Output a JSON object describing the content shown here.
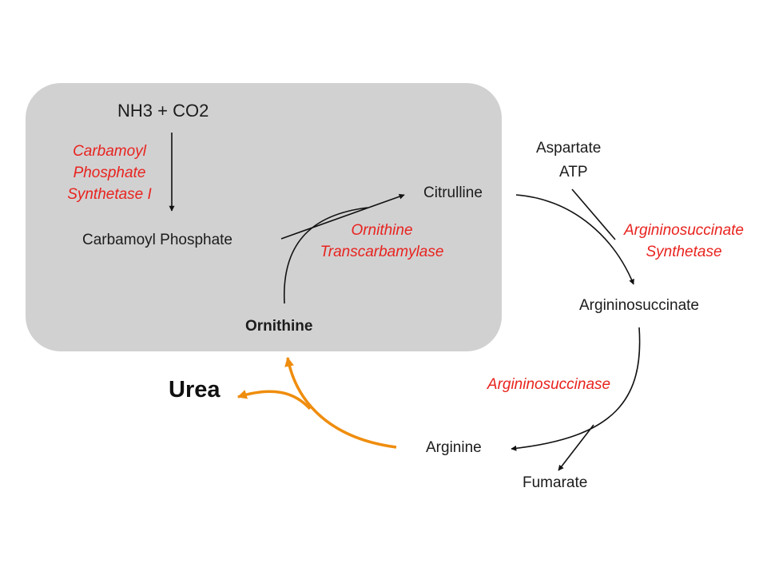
{
  "colors": {
    "background": "#ffffff",
    "mitochondria_region": "#d2d1d2",
    "metabolite_text": "#1c1c1c",
    "enzyme_text": "#e8231e",
    "arrow_black": "#111111",
    "arrow_orange": "#ef8d0e"
  },
  "metabolites": {
    "reactants": "NH3 + CO2",
    "carbamoyl_phosphate": "Carbamoyl Phosphate",
    "ornithine": "Ornithine",
    "citrulline": "Citrulline",
    "aspartate": "Aspartate",
    "atp": "ATP",
    "argininosuccinate": "Argininosuccinate",
    "arginine": "Arginine",
    "fumarate": "Fumarate",
    "urea": "Urea"
  },
  "enzymes": {
    "cps1": [
      "Carbamoyl",
      "Phosphate",
      "Synthetase I"
    ],
    "otc": [
      "Ornithine",
      "Transcarbamylase"
    ],
    "ass": [
      "Argininosuccinate",
      "Synthetase"
    ],
    "asl": "Argininosuccinase"
  }
}
